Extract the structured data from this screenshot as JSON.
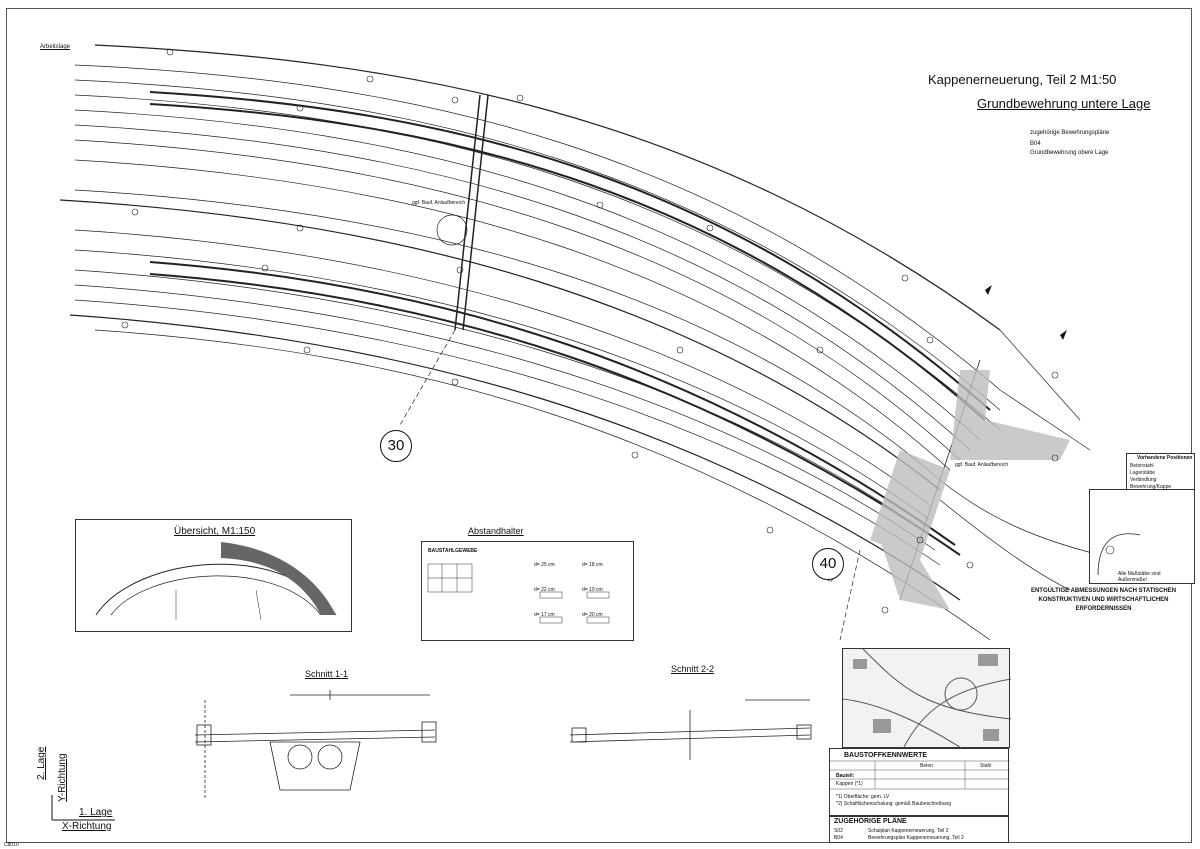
{
  "header": {
    "top_left_label": "Arbeitslage",
    "title": "Kappenerneuerung, Teil 2 M1:50",
    "subtitle": "Grundbewehrung untere Lage",
    "related_heading": "zugehörige Bewehrungspläne",
    "related_code": "B04",
    "related_desc": "Grundbewehrung obere Lage"
  },
  "plan": {
    "station_30": "30",
    "station_40": "40",
    "detail_note_1": "ggf. Bauf. Anlaufbereich",
    "detail_note_2": "ggf. Bauf. Anlaufbereich"
  },
  "overview": {
    "title": "Übersicht, M1:150"
  },
  "spacers": {
    "title": "Abstandhalter",
    "subtitle": "BAUSTAHLGEWEBE",
    "items": [
      "d= 25 cm",
      "d= 22 cm",
      "d= 17 cm",
      "d= 18 cm",
      "d= 19 cm",
      "d= 20 cm"
    ]
  },
  "sections": {
    "cut1": "Schnitt 1-1",
    "cut2": "Schnitt 2-2"
  },
  "axes": {
    "layer2": "2. Lage",
    "y_dir": "Y-Richtung",
    "layer1": "1. Lage",
    "x_dir": "X-Richtung"
  },
  "legend": {
    "title": "Vorhandene Positionen",
    "rows": [
      "Betonstahl",
      "Lagerstäbe",
      "Verbindlung",
      "Bewehrung/Kappe"
    ]
  },
  "notes": {
    "callout": "Alle Maßstäbe sind Außenmaße!",
    "warning_l1": "ENTGÜLTIGE ABMESSUNGEN NACH STATISCHEN",
    "warning_l2": "KONSTRUKTIVEN UND WIRTSCHAFTLICHEN ERFORDERNISSEN"
  },
  "materials": {
    "title": "BAUSTOFFKENNWERTE",
    "col_beton": "Beton",
    "col_stahl": "Stahl",
    "row_label": "Bauteil:",
    "row_item": "Kappen (*1)",
    "footnote1": "*1) Oberfläche: gem. LV",
    "footnote2": "*2) Schalflächenschalung: gemäß Baubeschreibung"
  },
  "plans": {
    "title": "ZUGEHÖRIGE PLÄNE",
    "rows": [
      {
        "code": "S02",
        "desc": "Schalplan Kappenerneuerung, Teil 2"
      },
      {
        "code": "B04",
        "desc": "Bewehrungsplan Kappenerneuerung, Teil 2"
      }
    ]
  },
  "footer": {
    "sheet_id": "C8010"
  }
}
